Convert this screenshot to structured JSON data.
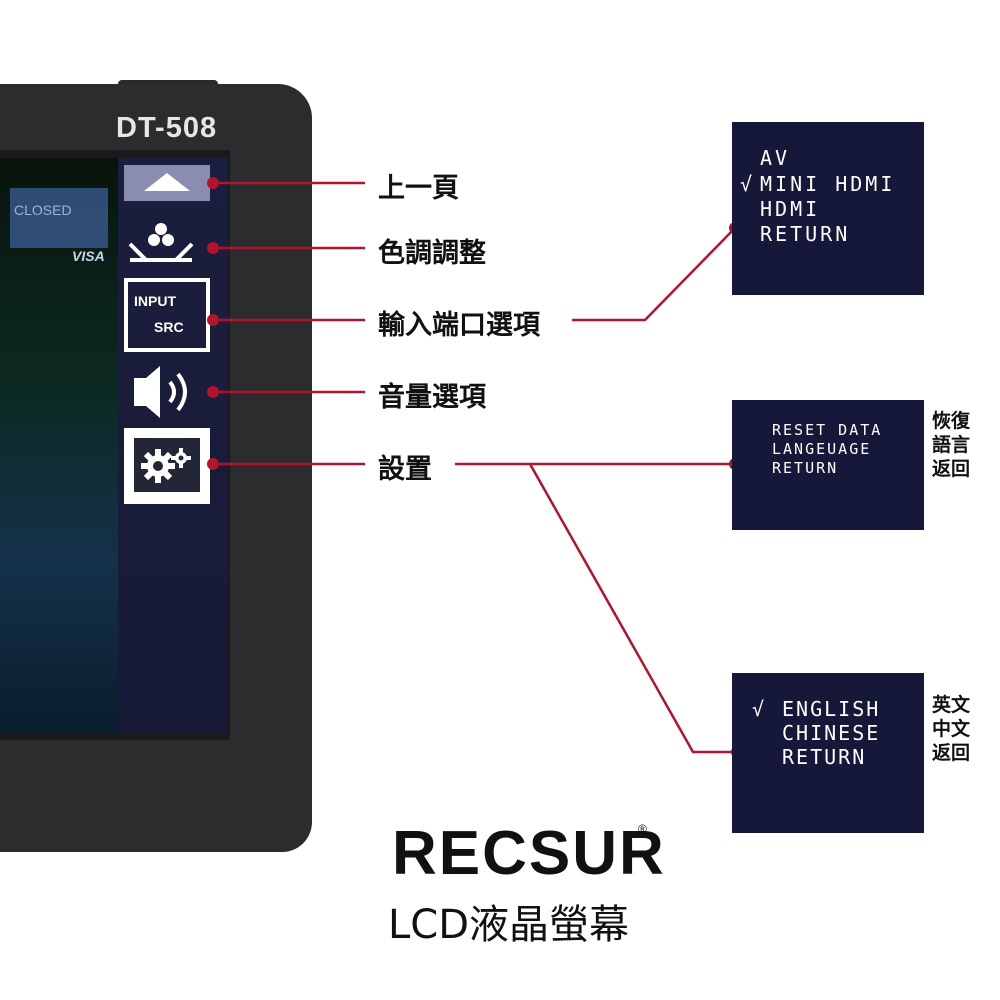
{
  "device": {
    "model": "DT-508",
    "screen_sign": "CLOSED",
    "screen_card": "VISA",
    "input_button_line1": "INPUT",
    "input_button_line2": "SRC"
  },
  "callouts": [
    {
      "label": "上一頁"
    },
    {
      "label": "色調調整"
    },
    {
      "label": "輸入端口選項"
    },
    {
      "label": "音量選項"
    },
    {
      "label": "設置"
    }
  ],
  "input_menu": {
    "items": [
      "AV",
      "MINI HDMI",
      "HDMI",
      "RETURN"
    ],
    "checked": "√"
  },
  "settings_menu": {
    "items": [
      "RESET DATA",
      "LANGEUAGE",
      "RETURN"
    ],
    "notes": [
      "恢復",
      "語言",
      "返回"
    ]
  },
  "language_menu": {
    "items": [
      "ENGLISH",
      "CHINESE",
      "RETURN"
    ],
    "checked": "√",
    "notes": [
      "英文",
      "中文",
      "返回"
    ]
  },
  "brand": {
    "name": "RECSUR",
    "registered": "®",
    "product": "LCD液晶螢幕"
  },
  "colors": {
    "callout_line": "#b3132b",
    "osd_bg": "#16183a",
    "device_body": "#2c2c2e"
  }
}
